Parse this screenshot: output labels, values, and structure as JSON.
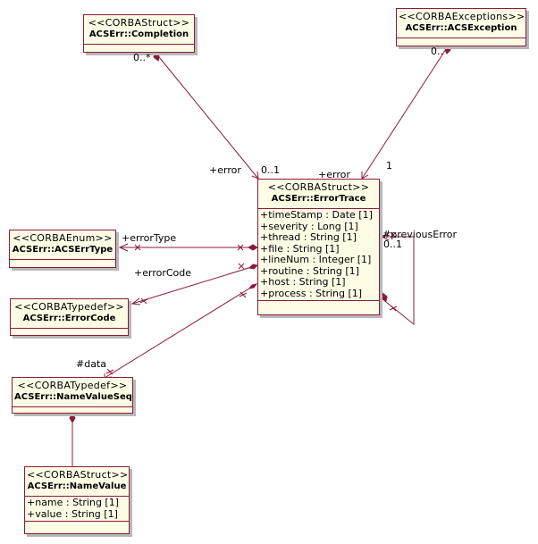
{
  "diagram": {
    "classes": {
      "completion": {
        "stereotype": "<<CORBAStruct>>",
        "name": "ACSErr::Completion",
        "attributes": []
      },
      "acsexception": {
        "stereotype": "<<CORBAExceptions>>",
        "name": "ACSErr::ACSException",
        "attributes": []
      },
      "errortrace": {
        "stereotype": "<<CORBAStruct>>",
        "name": "ACSErr::ErrorTrace",
        "attributes": [
          "+timeStamp : Date [1]",
          "+severity : Long [1]",
          "+thread : String [1]",
          "+file : String [1]",
          "+lineNum : Integer [1]",
          "+routine : String [1]",
          "+host : String [1]",
          "+process : String [1]"
        ]
      },
      "acserrtype": {
        "stereotype": "<<CORBAEnum>>",
        "name": "ACSErr::ACSErrType",
        "attributes": []
      },
      "errorcode": {
        "stereotype": "<<CORBATypedef>>",
        "name": "ACSErr::ErrorCode",
        "attributes": []
      },
      "namevalueseq": {
        "stereotype": "<<CORBATypedef>>",
        "name": "ACSErr::NameValueSeq",
        "attributes": []
      },
      "namevalue": {
        "stereotype": "<<CORBAStruct>>",
        "name": "ACSErr::NameValue",
        "attributes": [
          "+name : String [1]",
          "+value : String [1]"
        ]
      }
    },
    "labels": {
      "completion_mult": "0..*",
      "completion_role": "+error",
      "completion_target_mult": "0..1",
      "exception_mult": "0..*",
      "exception_role": "+error",
      "exception_target_mult": "1",
      "errortype_role": "+errorType",
      "errorcode_role": "+errorCode",
      "data_role": "#data",
      "previous_role": "#previousError",
      "previous_mult": "0..1"
    },
    "colors": {
      "line": "#8a1c3a",
      "fill": "#fffce6",
      "shadow": "#b8b8b8"
    }
  }
}
